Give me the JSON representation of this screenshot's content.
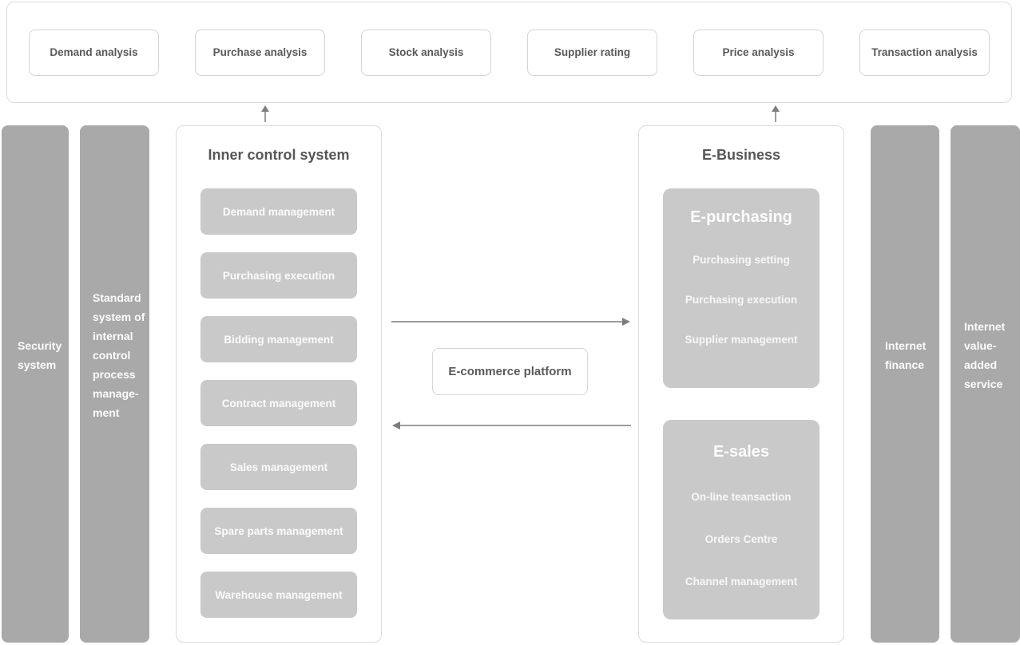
{
  "analysis_panel": {
    "boxes": [
      "Demand analysis",
      "Purchase analysis",
      "Stock analysis",
      "Supplier rating",
      "Price analysis",
      "Transaction analysis"
    ]
  },
  "side_bars": {
    "security": "Security\nsystem",
    "standard": "Standard\nsystem of\ninternal\ncontrol\nprocess\nmanage-\nment",
    "internet_finance": "Internet\nfinance",
    "internet_value": "Internet\nvalue-\nadded\nservice"
  },
  "inner_control": {
    "title": "Inner control system",
    "boxes": [
      "Demand management",
      "Purchasing execution",
      "Bidding management",
      "Contract management",
      "Sales management",
      "Spare parts management",
      "Warehouse management"
    ]
  },
  "center": {
    "platform_label": "E-commerce platform"
  },
  "e_business": {
    "title": "E-Business",
    "e_purchasing": {
      "title": "E-purchasing",
      "items": [
        "Purchasing setting",
        "Purchasing execution",
        "Supplier management"
      ]
    },
    "e_sales": {
      "title": "E-sales",
      "items": [
        "On-line teansaction",
        "Orders Centre",
        "Channel management"
      ]
    }
  },
  "colors": {
    "bar_fill": "#a9a9a9",
    "inner_box_fill": "#c9c9c9",
    "panel_border": "#dcdcdc",
    "dark_text": "#595959",
    "light_text": "#fcfcfc",
    "arrow": "#7d7d7d"
  }
}
